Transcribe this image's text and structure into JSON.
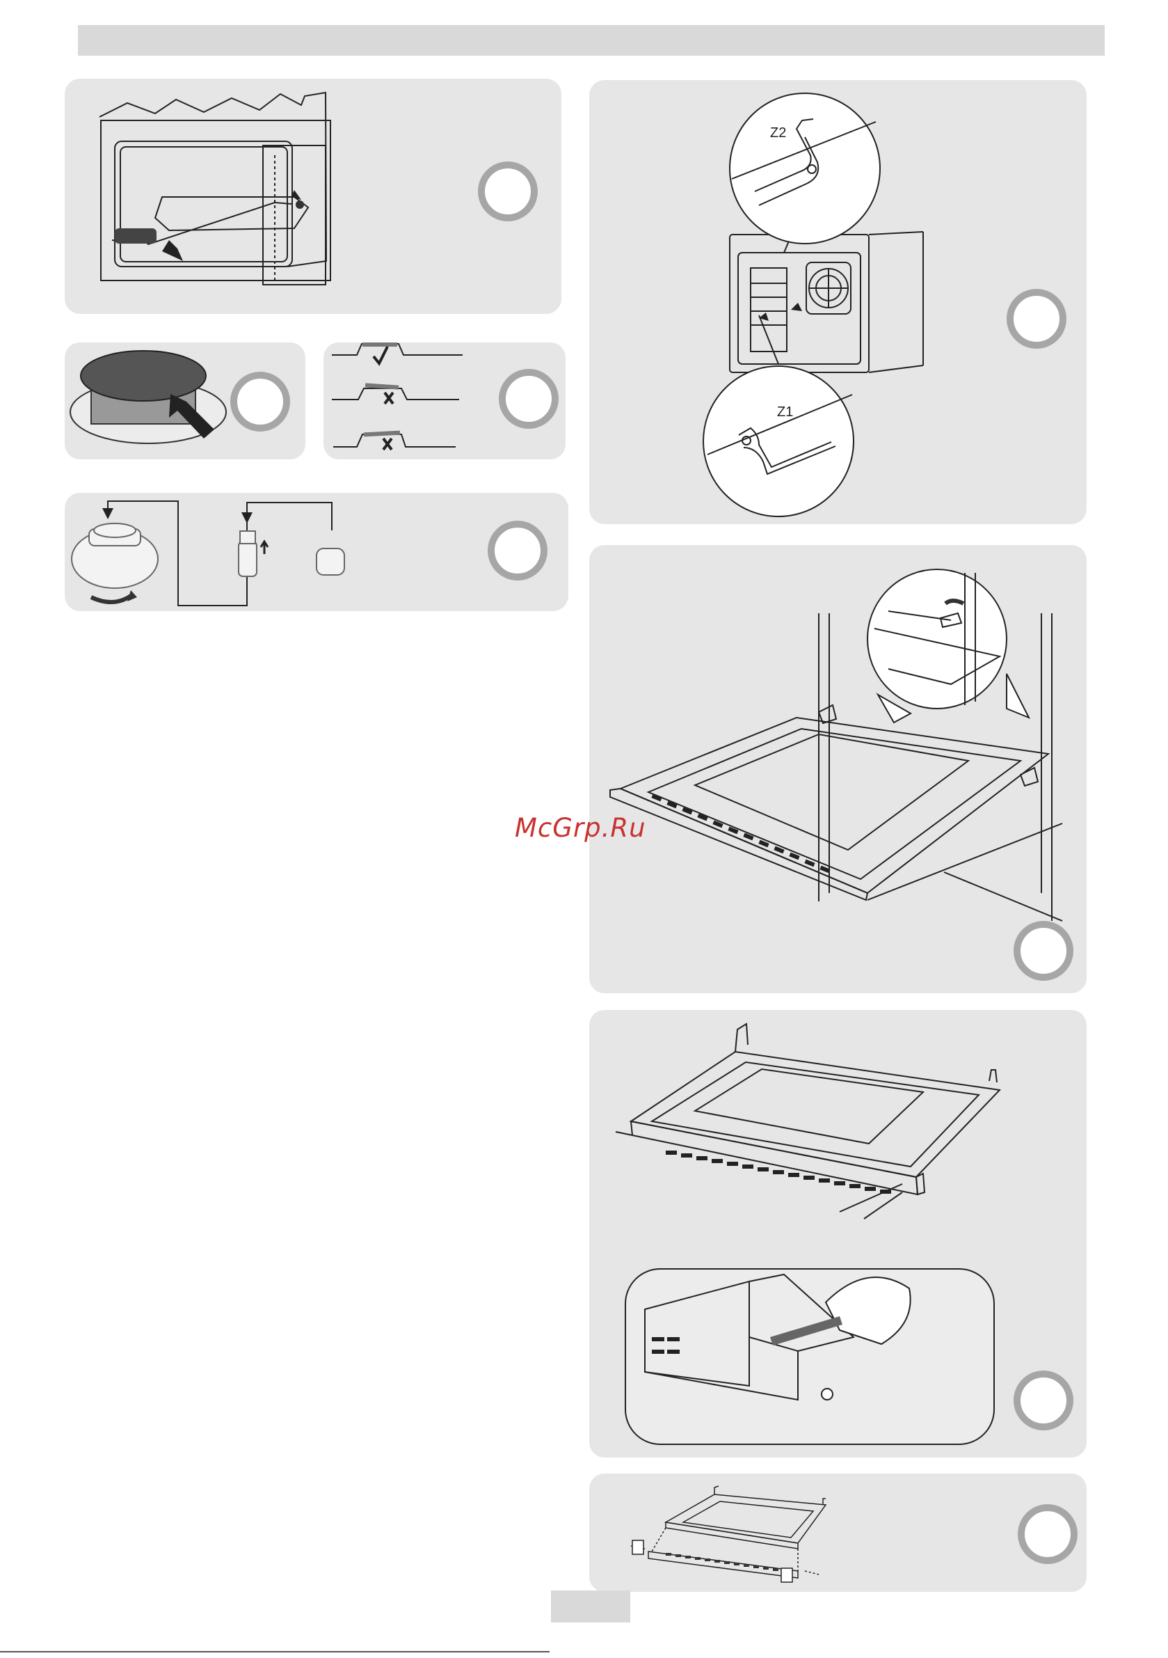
{
  "labels": {
    "z2": "Z2",
    "z1": "Z1"
  },
  "watermark": {
    "text": "McGrp.Ru"
  },
  "colors": {
    "panel_background": "#e6e6e6",
    "badge_ring": "#a6a6a6",
    "header_bar": "#d9d9d9",
    "watermark": "#c8322f",
    "line_art": "#222222"
  },
  "icons": {
    "check": "check-mark-icon",
    "cross": "cross-mark-icon",
    "arrow": "push-arrow-icon"
  }
}
